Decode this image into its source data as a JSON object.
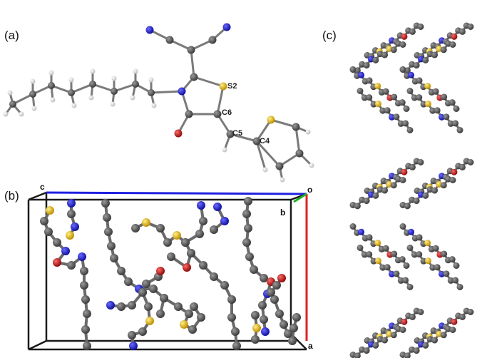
{
  "panels": {
    "a": {
      "label": "(a)",
      "atoms": {
        "s2": "S2",
        "c6": "C6",
        "c5": "C5",
        "c4": "C4"
      }
    },
    "b": {
      "label": "(b)",
      "axes": {
        "c": "c",
        "o": "o",
        "b": "b",
        "a": "a"
      }
    },
    "c": {
      "label": "(c)"
    }
  },
  "colors": {
    "carbon": "#5a5a5a",
    "hydrogen": "#f2f2f2",
    "nitrogen": "#2a2ad0",
    "oxygen": "#c81e1e",
    "sulfur": "#e8c020",
    "bond": "#6a6a6a",
    "cell_edge": "#1a1a1a",
    "axis_a": "#e02020",
    "axis_b": "#20b020",
    "axis_c": "#2020e0"
  }
}
